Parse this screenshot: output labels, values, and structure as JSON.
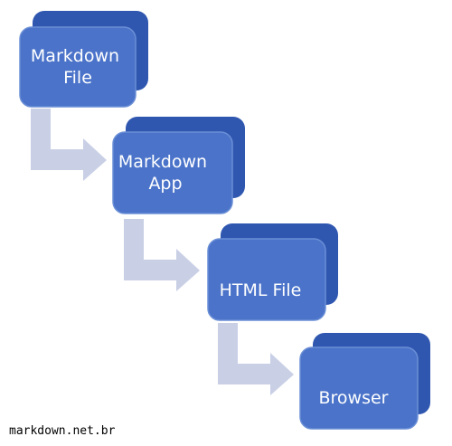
{
  "diagram": {
    "steps": [
      {
        "label_lines": [
          "Markdown",
          "File"
        ]
      },
      {
        "label_lines": [
          "Markdown",
          "App"
        ]
      },
      {
        "label_lines": [
          "HTML File"
        ]
      },
      {
        "label_lines": [
          "Browser"
        ]
      }
    ],
    "colors": {
      "box_front": "#4a73c9",
      "box_side": "#2f57b0",
      "box_border": "#6b8fd6",
      "arrow": "#c9d0e6",
      "label": "#ffffff"
    }
  },
  "footer": {
    "watermark": "markdown.net.br"
  }
}
